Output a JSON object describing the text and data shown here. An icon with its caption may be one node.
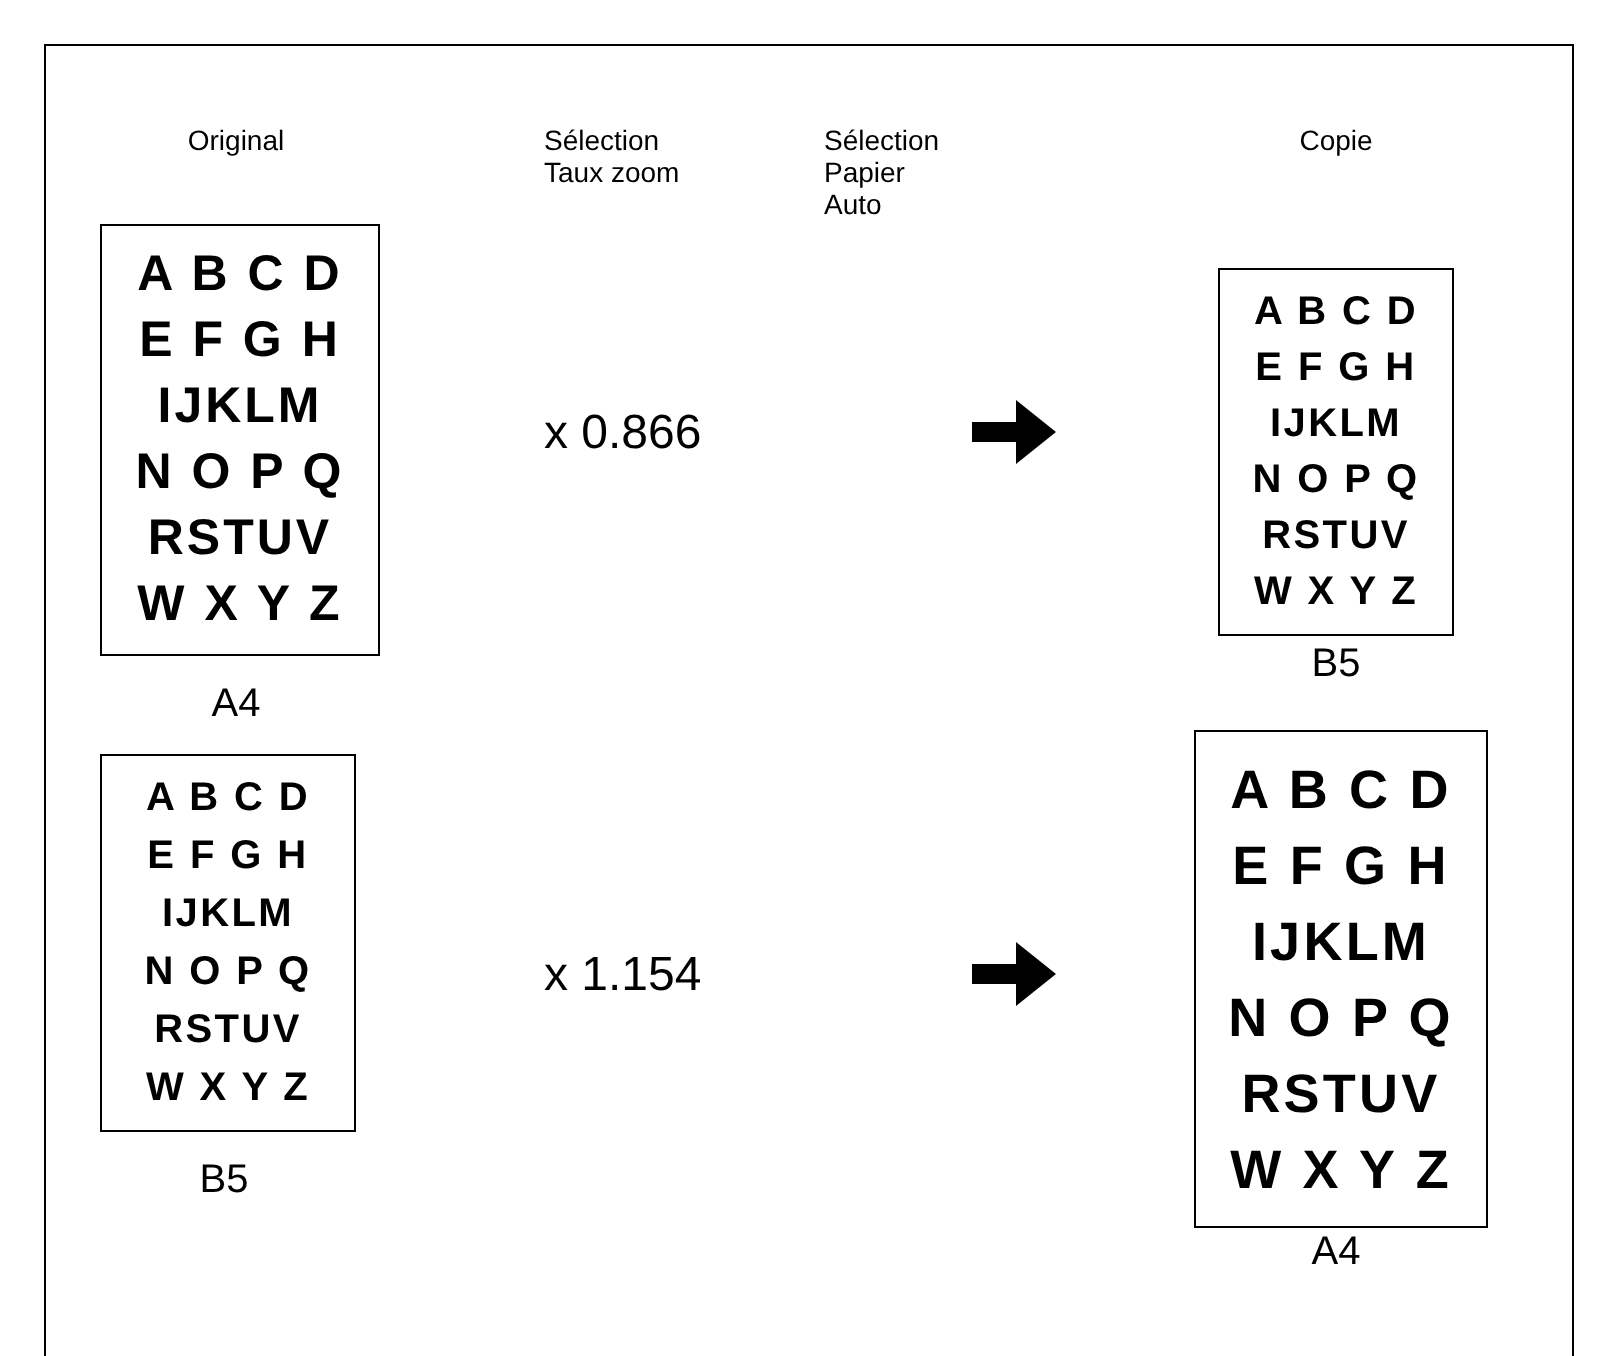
{
  "diagram": {
    "nodes": [
      {
        "text": [
          "A B C D",
          "E F G H",
          "IJKLM",
          "N O P Q",
          "RSTUV",
          "W X Y Z"
        ],
        "beside": [
          "A4"
        ]
      },
      {
        "text": [
          "x 0.866"
        ]
      },
      {
        "text": [
          "A B C D",
          "E F G H",
          "IJKLM",
          "N O P Q",
          "RSTUV",
          "W X Y Z"
        ],
        "beside": [
          "B5"
        ]
      },
      {
        "text": [
          "A B C D",
          "E F G H",
          "IJKLM",
          "N O P Q",
          "RSTUV",
          "W X Y Z"
        ],
        "beside": [
          "B5"
        ]
      },
      {
        "text": [
          "x 1.154"
        ]
      },
      {
        "text": [
          "A B C D",
          "E F G H",
          "IJKLM",
          "N O P Q",
          "RSTUV",
          "W X Y Z"
        ],
        "beside": [
          "A4"
        ]
      }
    ],
    "labels": [
      "Original",
      "Sélection Taux zoom",
      "Sélection Papier Auto",
      "Copie"
    ]
  }
}
